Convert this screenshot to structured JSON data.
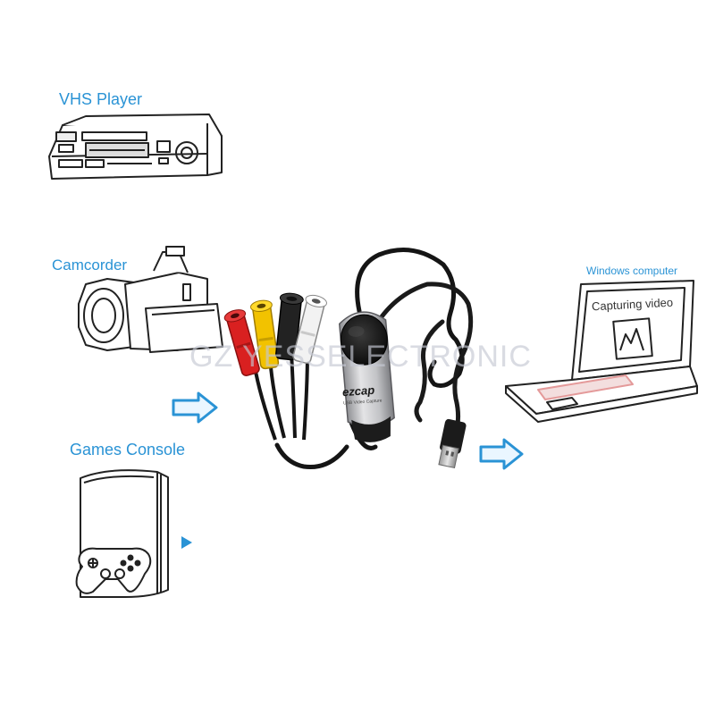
{
  "labels": {
    "vhs": "VHS Player",
    "camcorder": "Camcorder",
    "games": "Games Console",
    "windows": "Windows computer"
  },
  "screen_text": "Capturing video",
  "device": {
    "brand": "ezcap",
    "subtitle": "USB Video Capture"
  },
  "watermark": "GZ YESSELECTRONIC",
  "colors": {
    "label": "#2a93d5",
    "arrow": "#2a93d5",
    "rca_red": "#d92020",
    "rca_yellow": "#f2c200",
    "svideo_black": "#222222",
    "rca_white": "#f2f2f2",
    "device_body": "#c9c9cc"
  },
  "icons": [
    "vhs-player-icon",
    "camcorder-icon",
    "games-console-icon",
    "gamepad-icon",
    "laptop-icon",
    "arrow-right-icon",
    "usb-capture-cable-icon"
  ]
}
